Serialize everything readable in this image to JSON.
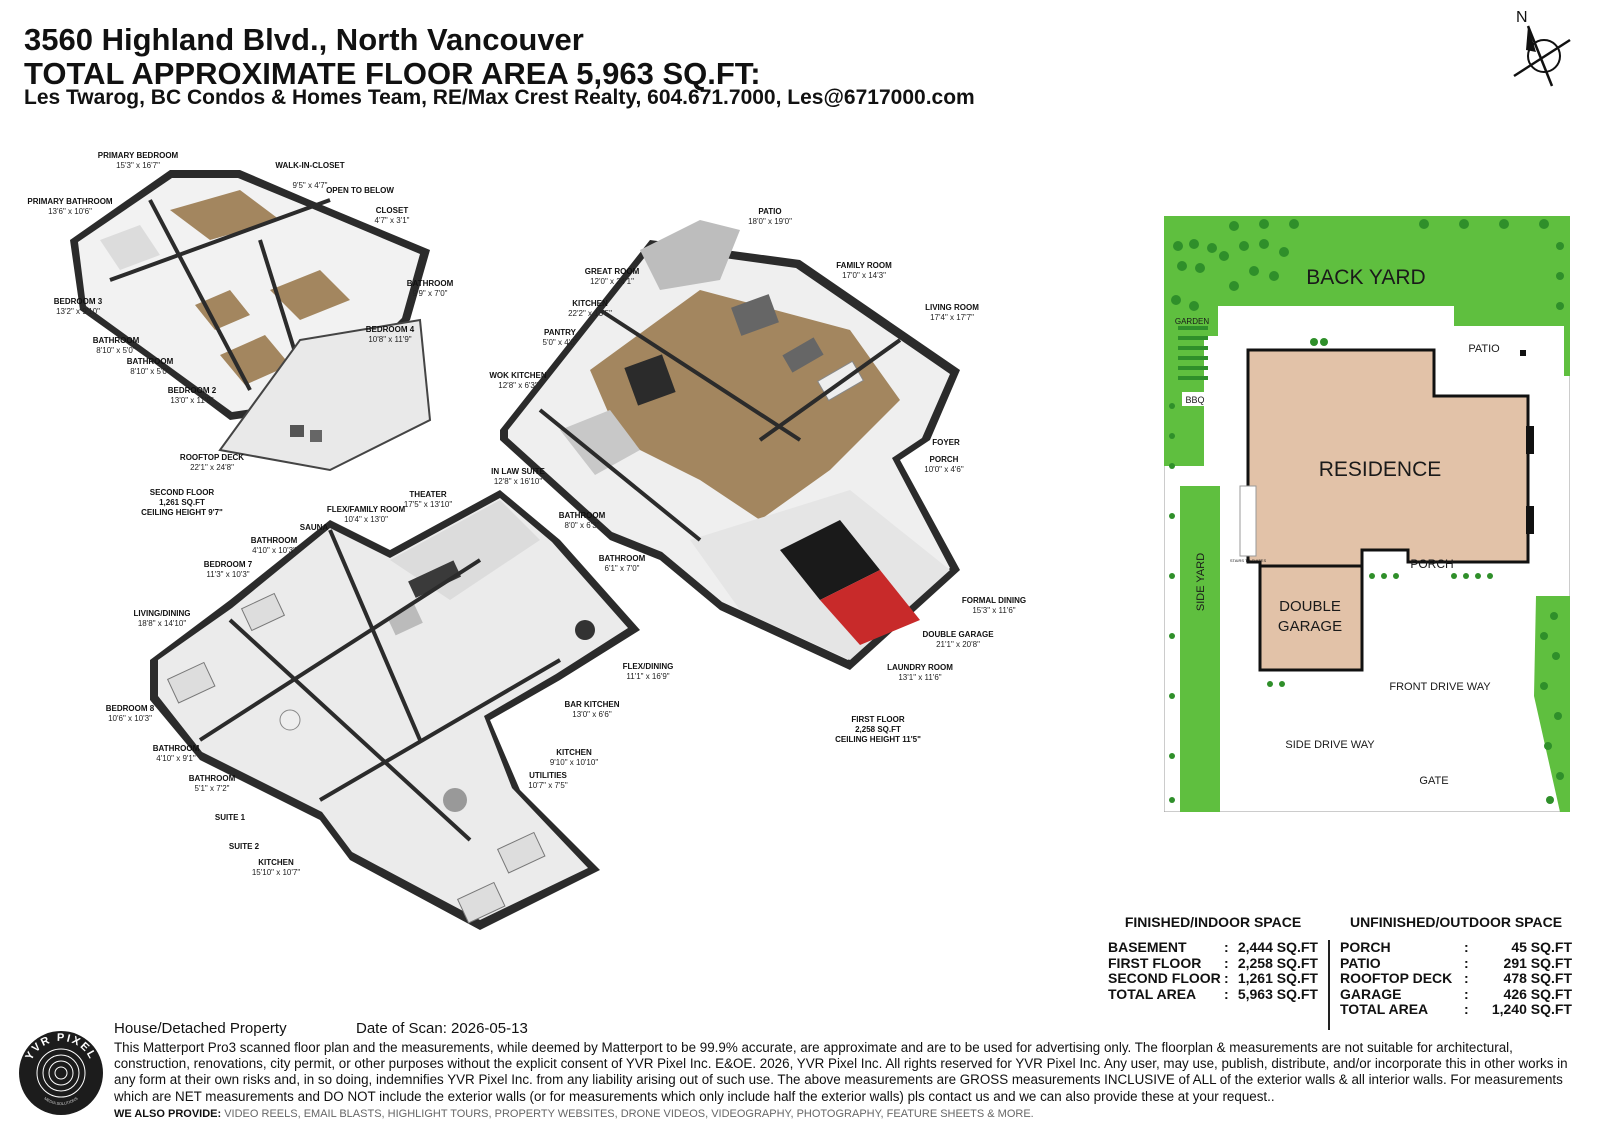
{
  "header": {
    "address": "3560 Highland Blvd., North Vancouver",
    "total_area": "TOTAL APPROXIMATE FLOOR AREA 5,963 SQ.FT:",
    "agent": "Les Twarog, BC Condos & Homes Team, RE/Max Crest Realty, 604.671.7000, Les@6717000.com"
  },
  "compass": {
    "label": "N"
  },
  "second_floor": {
    "rooms": [
      {
        "name": "PRIMARY BEDROOM",
        "dim": "15'3\" x 16'7\""
      },
      {
        "name": "WALK-IN-CLOSET",
        "dim": "9'5\" x 4'7\""
      },
      {
        "name": "OPEN TO BELOW",
        "dim": ""
      },
      {
        "name": "CLOSET",
        "dim": "4'7\" x 3'1\""
      },
      {
        "name": "PRIMARY BATHROOM",
        "dim": "13'6\" x 10'6\""
      },
      {
        "name": "BATHROOM",
        "dim": "9'9\" x 7'0\""
      },
      {
        "name": "BEDROOM 3",
        "dim": "13'2\" x 9'10\""
      },
      {
        "name": "BEDROOM 4",
        "dim": "10'8\" x 11'9\""
      },
      {
        "name": "BATHROOM",
        "dim": "8'10\" x 5'0\""
      },
      {
        "name": "BATHROOM",
        "dim": "8'10\" x 5'0\""
      },
      {
        "name": "BEDROOM 2",
        "dim": "13'0\" x 11'9\""
      },
      {
        "name": "ROOFTOP DECK",
        "dim": "22'1\" x 24'8\""
      }
    ],
    "summary": [
      "SECOND FLOOR",
      "1,261 SQ.FT",
      "CEILING HEIGHT  9'7\""
    ]
  },
  "first_floor": {
    "rooms": [
      {
        "name": "PATIO",
        "dim": "18'0\" x 19'0\""
      },
      {
        "name": "GREAT ROOM",
        "dim": "12'0\" x 24'1\""
      },
      {
        "name": "FAMILY ROOM",
        "dim": "17'0\" x 14'3\""
      },
      {
        "name": "KITCHEN",
        "dim": "22'2\" x 13'5\""
      },
      {
        "name": "LIVING ROOM",
        "dim": "17'4\" x 17'7\""
      },
      {
        "name": "PANTRY",
        "dim": "5'0\" x 4'0\""
      },
      {
        "name": "WOK KITCHEN",
        "dim": "12'8\" x 6'3\""
      },
      {
        "name": "FOYER",
        "dim": ""
      },
      {
        "name": "PORCH",
        "dim": "10'0\" x 4'6\""
      },
      {
        "name": "IN LAW SUITE",
        "dim": "12'8\" x 16'10\""
      },
      {
        "name": "BATHROOM",
        "dim": "8'0\" x 6'3\""
      },
      {
        "name": "BATHROOM",
        "dim": "6'1\" x 7'0\""
      },
      {
        "name": "FORMAL DINING",
        "dim": "15'3\" x 11'6\""
      },
      {
        "name": "DOUBLE GARAGE",
        "dim": "21'1\" x 20'8\""
      },
      {
        "name": "LAUNDRY ROOM",
        "dim": "13'1\" x 11'6\""
      }
    ],
    "summary": [
      "FIRST FLOOR",
      "2,258 SQ.FT",
      "CEILING HEIGHT  11'5\""
    ]
  },
  "basement": {
    "rooms": [
      {
        "name": "THEATER",
        "dim": "17'5\" x 13'10\""
      },
      {
        "name": "FLEX/FAMILY ROOM",
        "dim": "10'4\" x 13'0\""
      },
      {
        "name": "SAUNA",
        "dim": ""
      },
      {
        "name": "BATHROOM",
        "dim": "4'10\" x 10'3\""
      },
      {
        "name": "BEDROOM 7",
        "dim": "11'3\" x 10'3\""
      },
      {
        "name": "LIVING/DINING",
        "dim": "18'8\" x 14'10\""
      },
      {
        "name": "FLEX/DINING",
        "dim": "11'1\" x 16'9\""
      },
      {
        "name": "BAR KITCHEN",
        "dim": "13'0\" x 6'6\""
      },
      {
        "name": "BEDROOM 8",
        "dim": "10'6\" x 10'3\""
      },
      {
        "name": "BATHROOM",
        "dim": "4'10\" x 9'1\""
      },
      {
        "name": "KITCHEN",
        "dim": "9'10\" x 10'10\""
      },
      {
        "name": "BATHROOM",
        "dim": "5'1\" x 7'2\""
      },
      {
        "name": "UTILITIES",
        "dim": "10'7\" x 7'5\""
      },
      {
        "name": "SUITE 1",
        "dim": ""
      },
      {
        "name": "SUITE 2",
        "dim": ""
      },
      {
        "name": "KITCHEN",
        "dim": "15'10\" x 10'7\""
      }
    ]
  },
  "site_plan": {
    "back_yard": "BACK YARD",
    "garden": "GARDEN",
    "patio": "PATIO",
    "bbq": "BBQ",
    "residence": "RESIDENCE",
    "side_yard": "SIDE YARD",
    "stairs": "STAIRS TO SUITES",
    "porch": "PORCH",
    "garage_l1": "DOUBLE",
    "garage_l2": "GARAGE",
    "front_drive": "FRONT DRIVE WAY",
    "side_drive": "SIDE DRIVE WAY",
    "gate": "GATE"
  },
  "finished_space": {
    "title": "FINISHED/INDOOR SPACE",
    "rows": [
      {
        "label": "BASEMENT",
        "value": "2,444 SQ.FT"
      },
      {
        "label": "FIRST FLOOR",
        "value": "2,258 SQ.FT"
      },
      {
        "label": "SECOND FLOOR",
        "value": "1,261 SQ.FT"
      },
      {
        "label": "TOTAL AREA",
        "value": "5,963 SQ.FT"
      }
    ]
  },
  "unfinished_space": {
    "title": "UNFINISHED/OUTDOOR SPACE",
    "rows": [
      {
        "label": "PORCH",
        "value": "45 SQ.FT"
      },
      {
        "label": "PATIO",
        "value": "291 SQ.FT"
      },
      {
        "label": "ROOFTOP DECK",
        "value": "478 SQ.FT"
      },
      {
        "label": "GARAGE",
        "value": "426 SQ.FT"
      },
      {
        "label": "TOTAL AREA",
        "value": "1,240 SQ.FT"
      }
    ]
  },
  "footer": {
    "logo_text": "YVR PIXEL",
    "logo_sub": "MEDIA SOLUTIONS",
    "property_type": "House/Detached Property",
    "scan_date": "Date of Scan: 2026-05-13",
    "disclaimer": "This Matterport Pro3 scanned floor plan and the measurements, while deemed by Matterport to be 99.9% accurate, are approximate and are to be used for advertising only. The floorplan & measurements are not suitable for architectural, construction, renovations, city permit, or other purposes without the explicit consent of YVR Pixel Inc. E&OE. 2026, YVR Pixel Inc. All rights reserved for YVR Pixel Inc. Any user, may use, publish, distribute, and/or incorporate this in other works in any form at their own risks and, in so doing, indemnifies YVR Pixel Inc. from any liability arising out of such use. The above measurements are GROSS measurements INCLUSIVE of ALL of the exterior walls & all interior walls. For measurements which are NET measurements and DO NOT include the exterior walls (or for measurements which only include half the exterior walls) pls contact us and we can also provide these at your request..",
    "also_label": "WE ALSO PROVIDE:",
    "also_text": "VIDEO REELS, EMAIL BLASTS, HIGHLIGHT TOURS, PROPERTY WEBSITES, DRONE VIDEOS, VIDEOGRAPHY, PHOTOGRAPHY, FEATURE SHEETS & MORE."
  },
  "colors": {
    "lawn": "#5fbf3f",
    "tree": "#2f8f2a",
    "residence": "#e2c2a8",
    "garage": "#e2c2a8",
    "wood": "#a3865f",
    "tile": "#e7e7e7",
    "wall": "#2b2b2b"
  }
}
